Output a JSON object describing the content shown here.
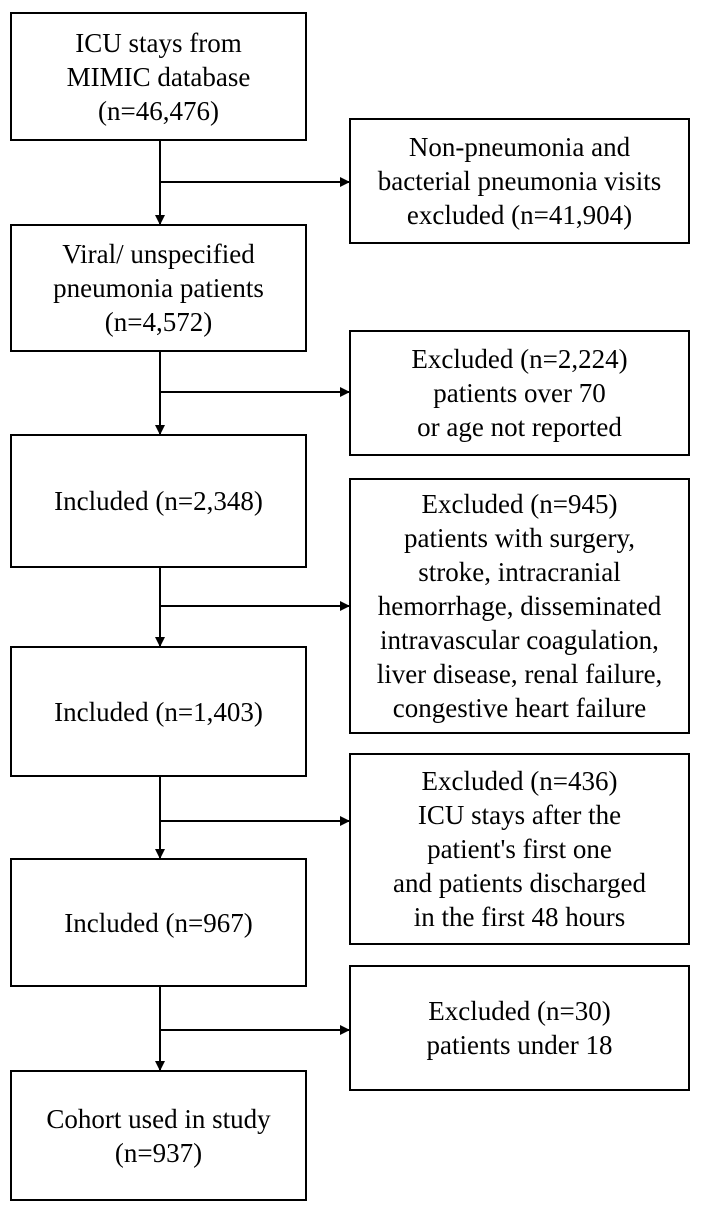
{
  "main_boxes": [
    {
      "lines": [
        "ICU stays from",
        "MIMIC database",
        "(n=46,476)"
      ]
    },
    {
      "lines": [
        "Viral/ unspecified",
        "pneumonia patients",
        "(n=4,572)"
      ]
    },
    {
      "lines": [
        "Included (n=2,348)"
      ]
    },
    {
      "lines": [
        "Included (n=1,403)"
      ]
    },
    {
      "lines": [
        "Included (n=967)"
      ]
    },
    {
      "lines": [
        "Cohort used in study",
        "(n=937)"
      ]
    }
  ],
  "exclusion_boxes": [
    {
      "lines": [
        "Non-pneumonia and",
        "bacterial pneumonia visits",
        "excluded (n=41,904)"
      ]
    },
    {
      "lines": [
        "Excluded (n=2,224)",
        "patients over 70",
        "or age not reported"
      ]
    },
    {
      "lines": [
        "Excluded (n=945)",
        "patients with surgery,",
        "stroke, intracranial",
        "hemorrhage, disseminated",
        "intravascular coagulation,",
        "liver disease, renal failure,",
        "congestive heart failure"
      ]
    },
    {
      "lines": [
        "Excluded (n=436)",
        "ICU stays after the",
        "patient's first one",
        "and patients discharged",
        "in the first 48 hours"
      ]
    },
    {
      "lines": [
        "Excluded (n=30)",
        "patients under 18"
      ]
    }
  ]
}
